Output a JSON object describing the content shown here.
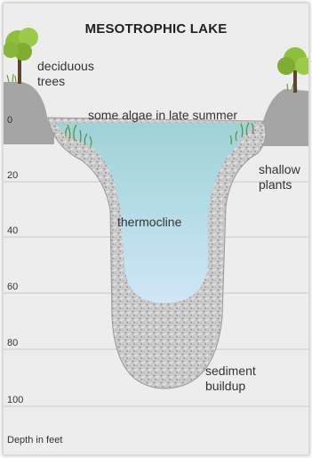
{
  "title": "MESOTROPHIC LAKE",
  "labels": {
    "deciduous_trees_line1": "deciduous",
    "deciduous_trees_line2": "trees",
    "algae": "some algae in late summer",
    "shallow_plants_line1": "shallow",
    "shallow_plants_line2": "plants",
    "thermocline": "thermocline",
    "sediment_line1": "sediment",
    "sediment_line2": "buildup"
  },
  "depth_axis": {
    "title": "Depth in feet",
    "ticks": [
      "0",
      "20",
      "40",
      "60",
      "80",
      "100"
    ]
  },
  "colors": {
    "background": "#eeeded",
    "water_top": "#9dd3d6",
    "water_bottom": "#cfe6f7",
    "sediment": "#c9c9c9",
    "shore": "#a5a5a5",
    "grid": "#c8c8c8",
    "tree_foliage": "#8cbf3a"
  }
}
